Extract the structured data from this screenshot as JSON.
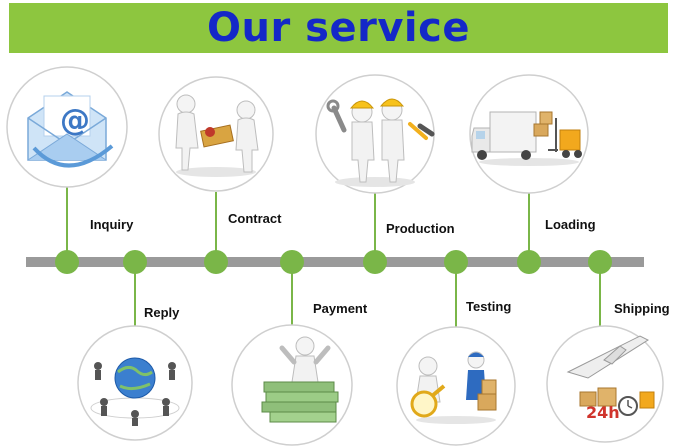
{
  "header": {
    "title": "Our service"
  },
  "colors": {
    "banner": "#8dc63f",
    "title": "#1428c8",
    "timeline": "#9a9a9a",
    "node": "#7ab648",
    "connector": "#7ab648",
    "circle_border": "#cfcfcf"
  },
  "steps": [
    {
      "label": "Inquiry",
      "position": "top",
      "icon": "email-icon"
    },
    {
      "label": "Reply",
      "position": "bottom",
      "icon": "globe-network-icon"
    },
    {
      "label": "Contract",
      "position": "top",
      "icon": "handshake-contract-icon"
    },
    {
      "label": "Payment",
      "position": "bottom",
      "icon": "money-stack-icon"
    },
    {
      "label": "Production",
      "position": "top",
      "icon": "workers-tools-icon"
    },
    {
      "label": "Testing",
      "position": "bottom",
      "icon": "magnifier-inspection-icon"
    },
    {
      "label": "Loading",
      "position": "top",
      "icon": "truck-forklift-icon"
    },
    {
      "label": "Shipping",
      "position": "bottom",
      "icon": "airplane-cargo-icon"
    }
  ]
}
